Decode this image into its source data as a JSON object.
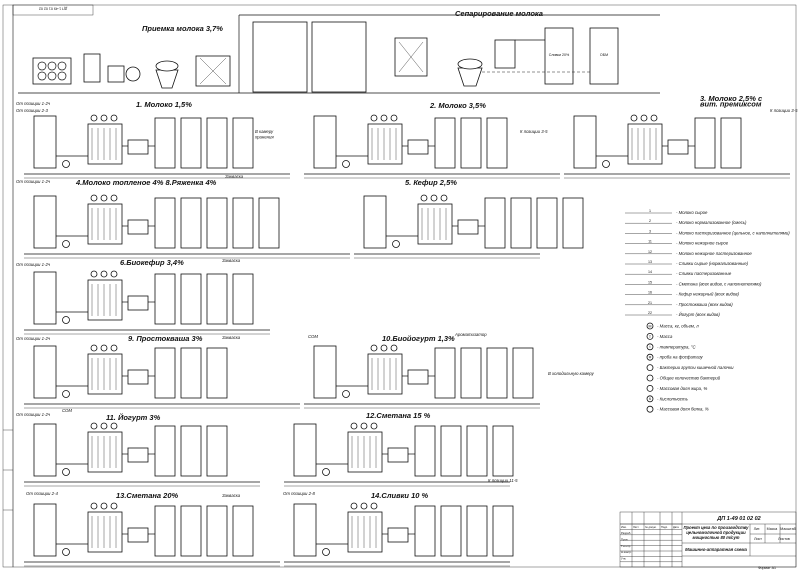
{
  "stamp_rotated": "ДП 1-49 01 02 02",
  "sections": {
    "receiving": "Приемка молока 3,7%",
    "separation": "Сепарирование молока",
    "p1": "1. Молоко 1,5%",
    "p2": "2. Молоко 3,5%",
    "p3": "3. Молоко 2,5% с\nвит. премиксом",
    "p4": "4.Молоко топленое 4% 8.Ряженка 4%",
    "p5": "5. Кефир 2,5%",
    "p6": "6.Биокефир 3,4%",
    "p9": "9. Простокваша 3%",
    "p10": "10.Биойогурт 1,3%",
    "p11": "11. Йогурт 3%",
    "p12": "12.Сметана 15 %",
    "p13": "13.Сметана 20%",
    "p14": "14.Сливки 10 %"
  },
  "tanks_separation": {
    "cream": "Сливки 20%",
    "skim": "ОБМ"
  },
  "labels": {
    "from_pos_12": "От позиции 1-2ч",
    "from_pos_23": "От позиции 2-3",
    "from_pos_24": "От позиции 2-4",
    "from_pos_28": "От позиции 2-8",
    "to_pos_35": "К позиции 3-5",
    "to_pos_115": "К позиции 11-5",
    "to_pos_35b": "К позиции 3-5",
    "zakvaska": "Закваска",
    "com": "СОМ",
    "to_chamber": "В камеру\nхранения",
    "to_cold": "В холодильную камеру",
    "aromatic": "Ароматизатор"
  },
  "legend": [
    {
      "code": "1",
      "text": "Молоко сырое"
    },
    {
      "code": "2",
      "text": "Молоко нормализованное (смесь)"
    },
    {
      "code": "3",
      "text": "Молоко пастеризованное (цельное, с наполнителями)"
    },
    {
      "code": "11",
      "text": "Молоко нежирное сырое"
    },
    {
      "code": "12",
      "text": "Молоко нежирное пастеризованное"
    },
    {
      "code": "13",
      "text": "Сливки сырые (нормализованные)"
    },
    {
      "code": "14",
      "text": "Сливки пастеризованные"
    },
    {
      "code": "15",
      "text": "Сметана (всех видов, с наполнителями)"
    },
    {
      "code": "16",
      "text": "Кефир нежирный (всех видов)"
    },
    {
      "code": "21",
      "text": "Простокваша (всех видов)"
    },
    {
      "code": "22",
      "text": "Йогурт (всех видов)"
    }
  ],
  "legend2": [
    {
      "sym": "M",
      "text": "Масса, кг, объем, л"
    },
    {
      "sym": "Т",
      "text": "Масса"
    },
    {
      "sym": "t",
      "text": "температура, °С"
    },
    {
      "sym": "Ф",
      "text": "проба на фосфатазу"
    },
    {
      "sym": "",
      "text": "Бактерии группы кишечной палочки"
    },
    {
      "sym": "",
      "text": "Общее количество бактерий"
    },
    {
      "sym": "",
      "text": "Массовая доля жира, %"
    },
    {
      "sym": "К",
      "text": "Кислотность"
    },
    {
      "sym": "",
      "text": "Массовая доля белка, %"
    }
  ],
  "title_block": {
    "code": "ДП 1-49 01 02 02",
    "desc": "Проект цеха по производству\nцельномолочной продукции\nмощностью 80 т/сут",
    "drawing": "Машинно-аппаратная схема",
    "col_lit": "Лит.",
    "col_mass": "Масса",
    "col_scale": "Масштаб",
    "sheet": "Лист",
    "sheets": "Листов",
    "format": "Формат А1",
    "rows": [
      "Изм.",
      "Лист",
      "№ докум.",
      "Подп.",
      "Дата"
    ],
    "roles": [
      "Разраб.",
      "Пров.",
      "Т.контр.",
      "Н.контр.",
      "Утв."
    ]
  }
}
